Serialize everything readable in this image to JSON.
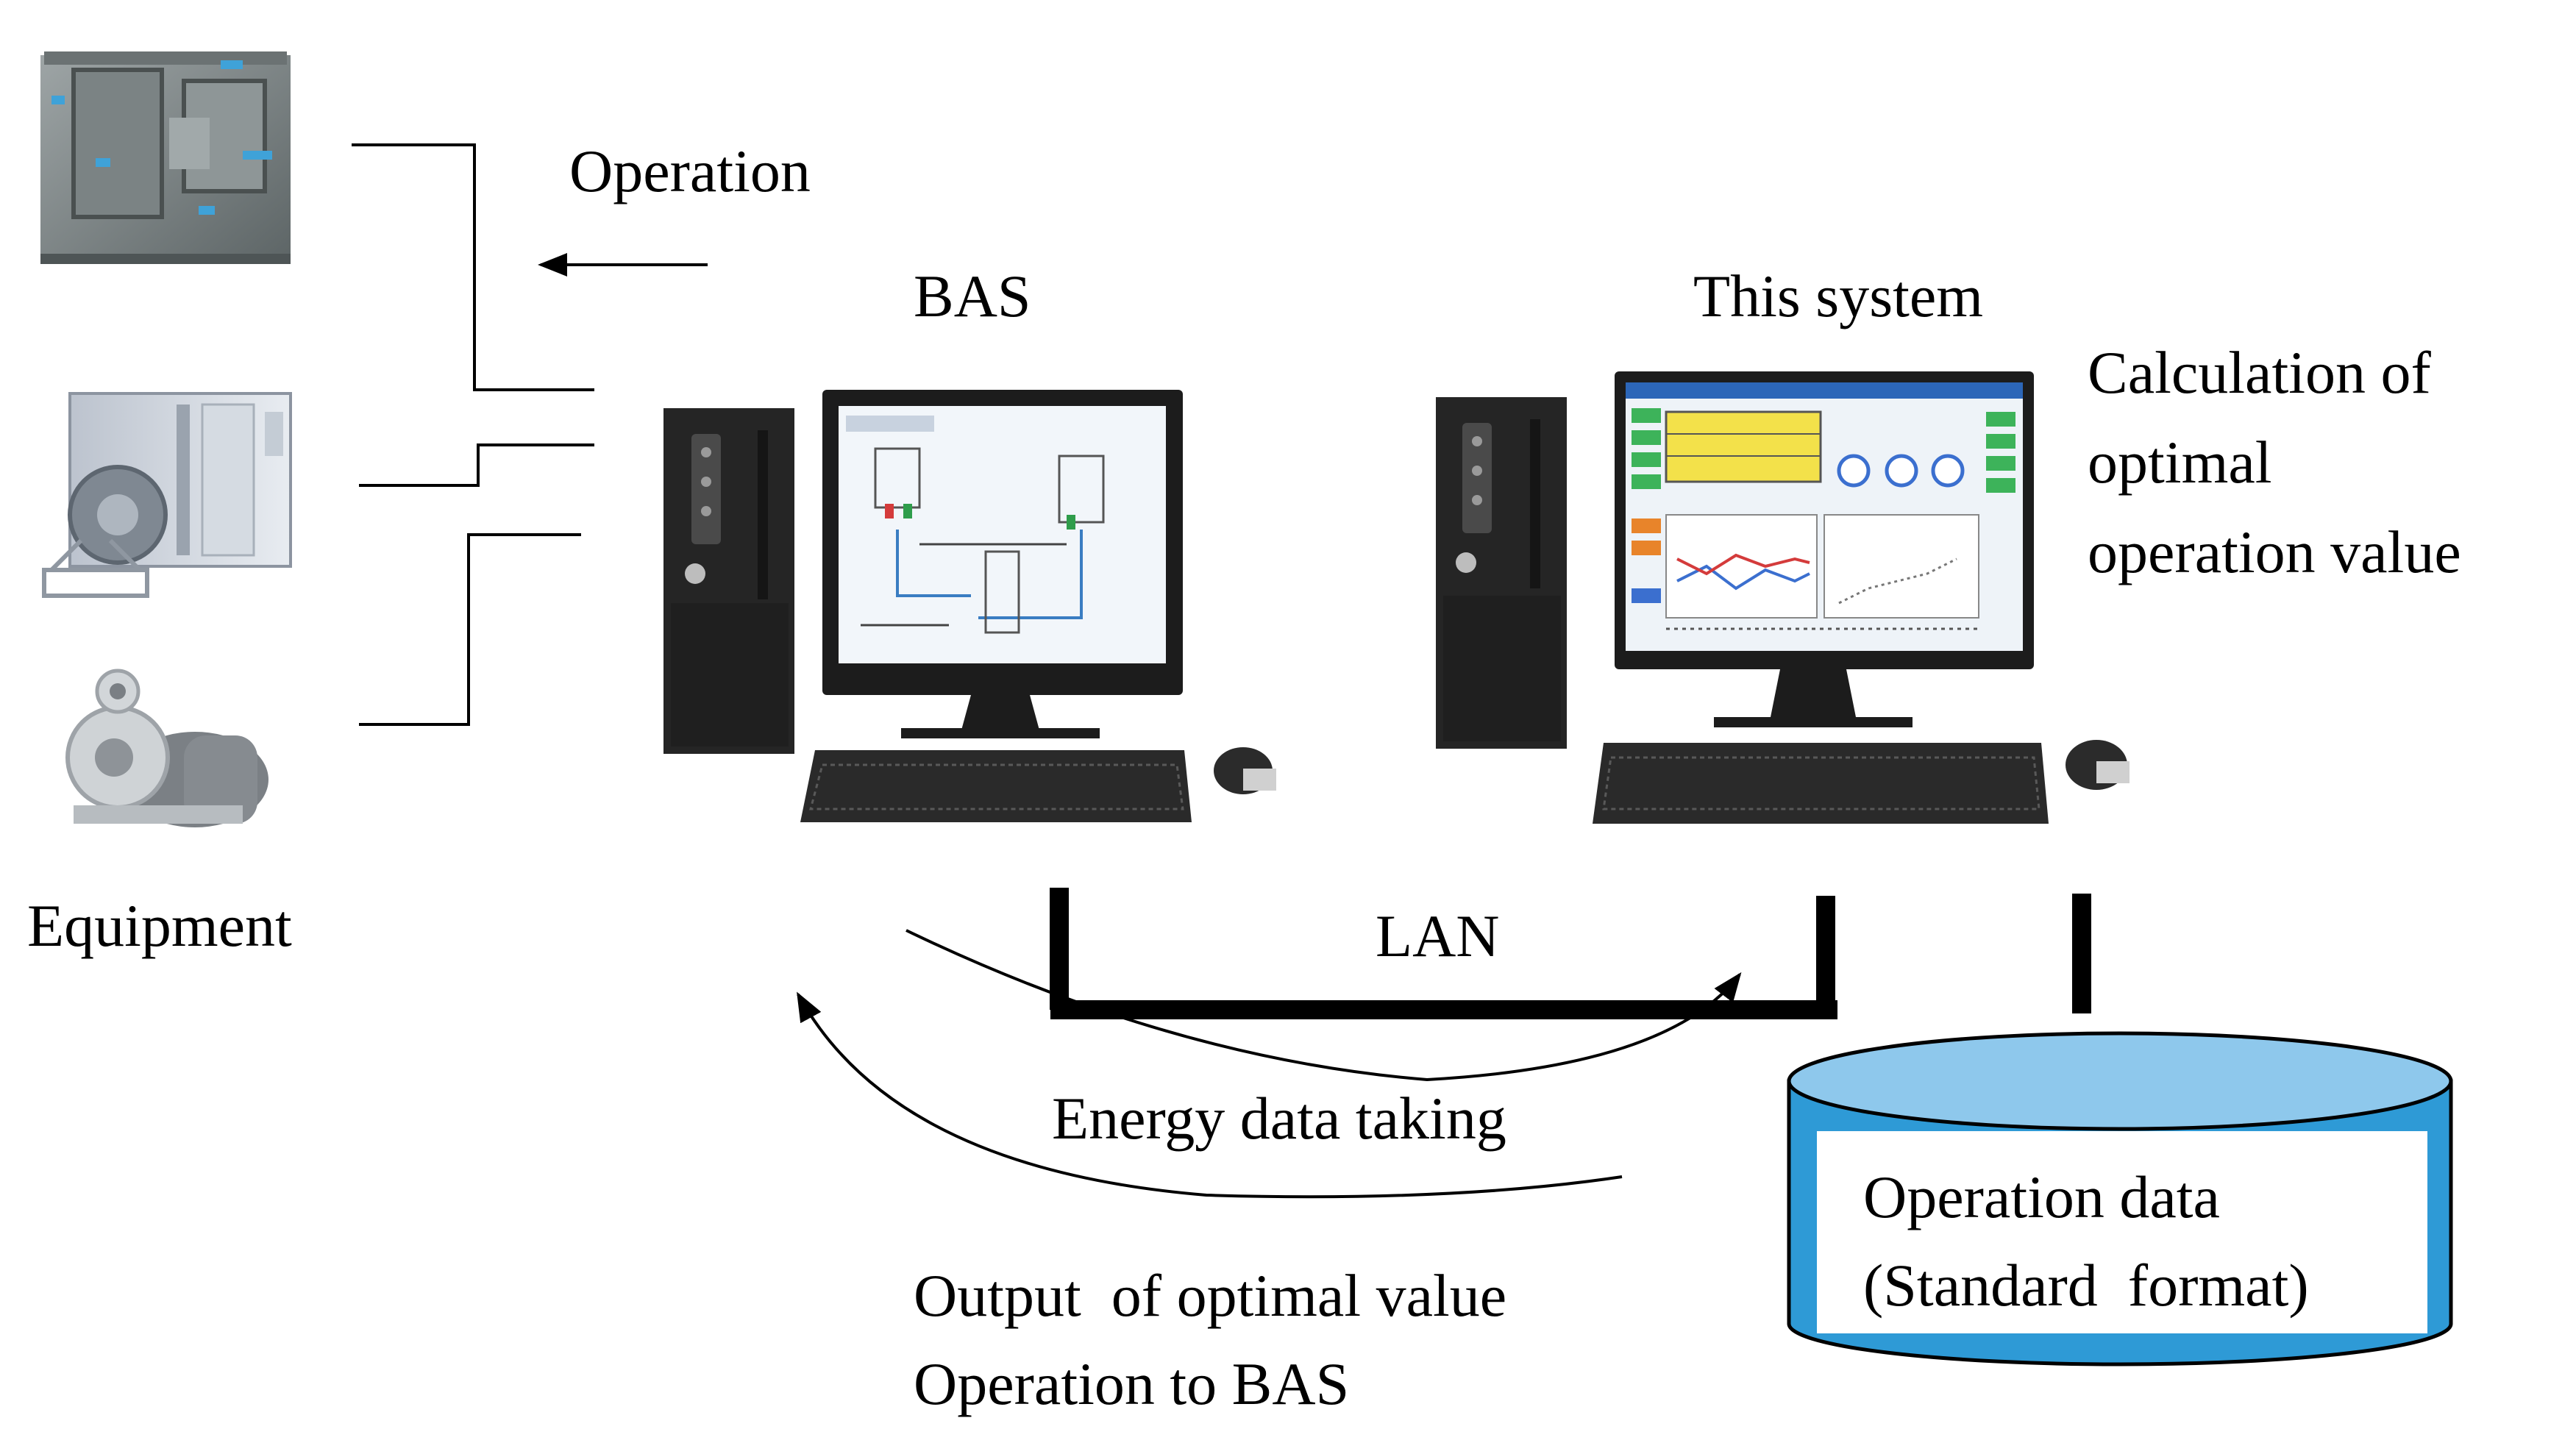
{
  "labels": {
    "operation": "Operation",
    "bas": "BAS",
    "this_system": "This system",
    "calculation": [
      "Calculation of",
      "optimal",
      "operation value"
    ],
    "equipment": "Equipment",
    "lan": "LAN",
    "energy_data": "Energy data taking",
    "output": [
      "Output  of optimal value",
      "Operation to BAS"
    ],
    "database": [
      "Operation data",
      "(Standard  format)"
    ]
  },
  "icons": {
    "equipment": [
      "chiller-icon",
      "air-handling-unit-icon",
      "pump-icon"
    ],
    "computers": [
      "bas-computer-icon",
      "this-system-computer-icon"
    ],
    "storage": "database-cylinder-icon"
  },
  "colors": {
    "line": "#000000",
    "database_top": "#8ec8ec",
    "database_body": "#2e9ad6",
    "database_window": "#ffffff",
    "monitor_body": "#1c1c1c",
    "tower": "#252525",
    "bas_screen": "#f2f6fa",
    "system_screen": "#eef3f8",
    "system_header": "#2c66b8",
    "system_green_buttons": "#3db35a",
    "system_highlight": "#f3e14a"
  }
}
